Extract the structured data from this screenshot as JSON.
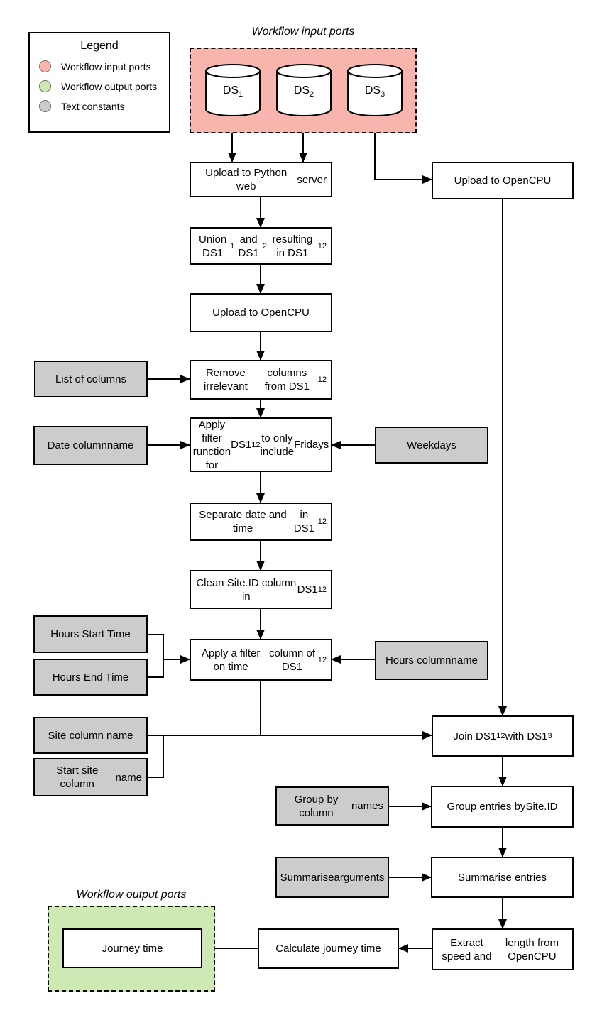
{
  "colors": {
    "input_ports": "#f8b5ad",
    "output_ports": "#cee9b4",
    "text_constants": "#cccccc"
  },
  "legend": {
    "title": "Legend",
    "items": [
      {
        "label": "Workflow input ports"
      },
      {
        "label": "Workflow output ports"
      },
      {
        "label": "Text constants"
      }
    ]
  },
  "sections": {
    "input": {
      "label": "Workflow input ports"
    },
    "output": {
      "label": "Workflow output ports"
    }
  },
  "datastores": [
    {
      "text": [
        {
          "t": "DS"
        },
        {
          "t": "1",
          "sub": true
        }
      ]
    },
    {
      "text": [
        {
          "t": "DS"
        },
        {
          "t": "2",
          "sub": true
        }
      ]
    },
    {
      "text": [
        {
          "t": "DS"
        },
        {
          "t": "3",
          "sub": true
        }
      ]
    }
  ],
  "nodes": {
    "upload_python": {
      "text": [
        {
          "t": "Upload to Python web"
        },
        {
          "br": true
        },
        {
          "t": "server"
        }
      ]
    },
    "union_ds": {
      "text": [
        {
          "t": "Union DS1"
        },
        {
          "t": "1",
          "sub": true
        },
        {
          "t": " and DS1"
        },
        {
          "t": "2",
          "sub": true
        },
        {
          "br": true
        },
        {
          "t": "resulting in DS1"
        },
        {
          "t": "12",
          "sub": true
        }
      ]
    },
    "upload_opencpu_mid": {
      "text": [
        {
          "t": "Upload to OpenCPU"
        }
      ]
    },
    "remove_columns": {
      "text": [
        {
          "t": "Remove irrelevant"
        },
        {
          "br": true
        },
        {
          "t": "columns from DS1"
        },
        {
          "t": "12",
          "sub": true
        }
      ]
    },
    "apply_filter_fridays": {
      "text": [
        {
          "t": "Apply filter runction for"
        },
        {
          "br": true
        },
        {
          "t": "DS1"
        },
        {
          "t": "12",
          "sub": true
        },
        {
          "t": " to only include"
        },
        {
          "br": true
        },
        {
          "t": "Fridays"
        }
      ]
    },
    "separate_datetime": {
      "text": [
        {
          "t": "Separate date and time"
        },
        {
          "br": true
        },
        {
          "t": "in DS1"
        },
        {
          "t": "12",
          "sub": true
        }
      ]
    },
    "clean_siteid": {
      "text": [
        {
          "t": "Clean Site.ID column in"
        },
        {
          "br": true
        },
        {
          "t": "DS1"
        },
        {
          "t": "12",
          "sub": true
        }
      ]
    },
    "apply_time_filter": {
      "text": [
        {
          "t": "Apply a filter on time"
        },
        {
          "br": true
        },
        {
          "t": "column of DS1"
        },
        {
          "t": "12",
          "sub": true
        }
      ]
    },
    "upload_opencpu_right": {
      "text": [
        {
          "t": "Upload to OpenCPU"
        }
      ]
    },
    "join_ds": {
      "text": [
        {
          "t": "Join DS1"
        },
        {
          "t": "12",
          "sub": true
        },
        {
          "t": " with DS1"
        },
        {
          "t": "3",
          "sub": true
        }
      ]
    },
    "group_entries": {
      "text": [
        {
          "t": "Group entries by"
        },
        {
          "br": true
        },
        {
          "t": "Site.ID"
        }
      ]
    },
    "summarise_entries": {
      "text": [
        {
          "t": "Summarise entries"
        }
      ]
    },
    "extract_speed": {
      "text": [
        {
          "t": "Extract speed and"
        },
        {
          "br": true
        },
        {
          "t": "length from OpenCPU"
        }
      ]
    },
    "calculate_journey": {
      "text": [
        {
          "t": "Calculate journey time"
        }
      ]
    },
    "journey_time": {
      "text": [
        {
          "t": "Journey time"
        }
      ]
    }
  },
  "constants": {
    "list_of_columns": {
      "text": [
        {
          "t": "List of columns"
        }
      ]
    },
    "date_column_name": {
      "text": [
        {
          "t": "Date column"
        },
        {
          "br": true
        },
        {
          "t": "name"
        }
      ]
    },
    "weekdays": {
      "text": [
        {
          "t": "Weekdays"
        }
      ]
    },
    "hours_start": {
      "text": [
        {
          "t": "Hours Start Time"
        }
      ]
    },
    "hours_end": {
      "text": [
        {
          "t": "Hours End Time"
        }
      ]
    },
    "hours_column": {
      "text": [
        {
          "t": "Hours column"
        },
        {
          "br": true
        },
        {
          "t": "name"
        }
      ]
    },
    "site_column": {
      "text": [
        {
          "t": "Site column name"
        }
      ]
    },
    "start_site_column": {
      "text": [
        {
          "t": "Start site column"
        },
        {
          "br": true
        },
        {
          "t": "name"
        }
      ]
    },
    "group_by_columns": {
      "text": [
        {
          "t": "Group by column"
        },
        {
          "br": true
        },
        {
          "t": "names"
        }
      ]
    },
    "summarise_args": {
      "text": [
        {
          "t": "Summarise"
        },
        {
          "br": true
        },
        {
          "t": "arguments"
        }
      ]
    }
  }
}
